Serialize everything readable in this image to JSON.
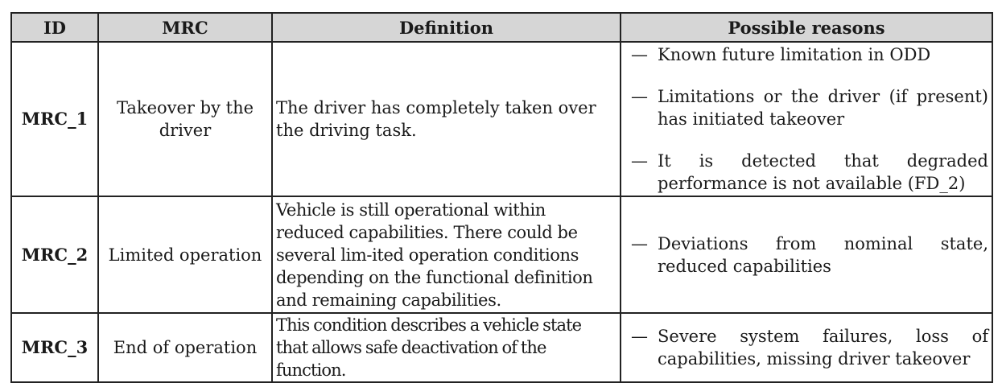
{
  "headers": {
    "id": "ID",
    "mrc": "MRC",
    "definition": "Definition",
    "reasons": "Possible reasons"
  },
  "rows": [
    {
      "id": "MRC_1",
      "mrc": "Takeover by the driver",
      "definition": "The driver has completely taken over the driving task.",
      "reasons": [
        "Known future limitation in ODD",
        "Limitations or the driver (if present) has initiated takeover",
        "It is detected that degraded performance is not available (FD_2)"
      ]
    },
    {
      "id": "MRC_2",
      "mrc": "Limited operation",
      "definition": "Vehicle is still operational within reduced capabilities. There could be several lim-ited operation conditions depending on the functional definition and remaining capabilities.",
      "reasons": [
        "Deviations from nominal state, reduced capabilities"
      ]
    },
    {
      "id": "MRC_3",
      "mrc": "End of operation",
      "definition": "This condition describes a vehicle state that allows safe deactivation of the function.",
      "reasons": [
        "Severe system failures, loss of capabilities, missing driver takeover"
      ]
    }
  ],
  "bullet_symbol": "—"
}
